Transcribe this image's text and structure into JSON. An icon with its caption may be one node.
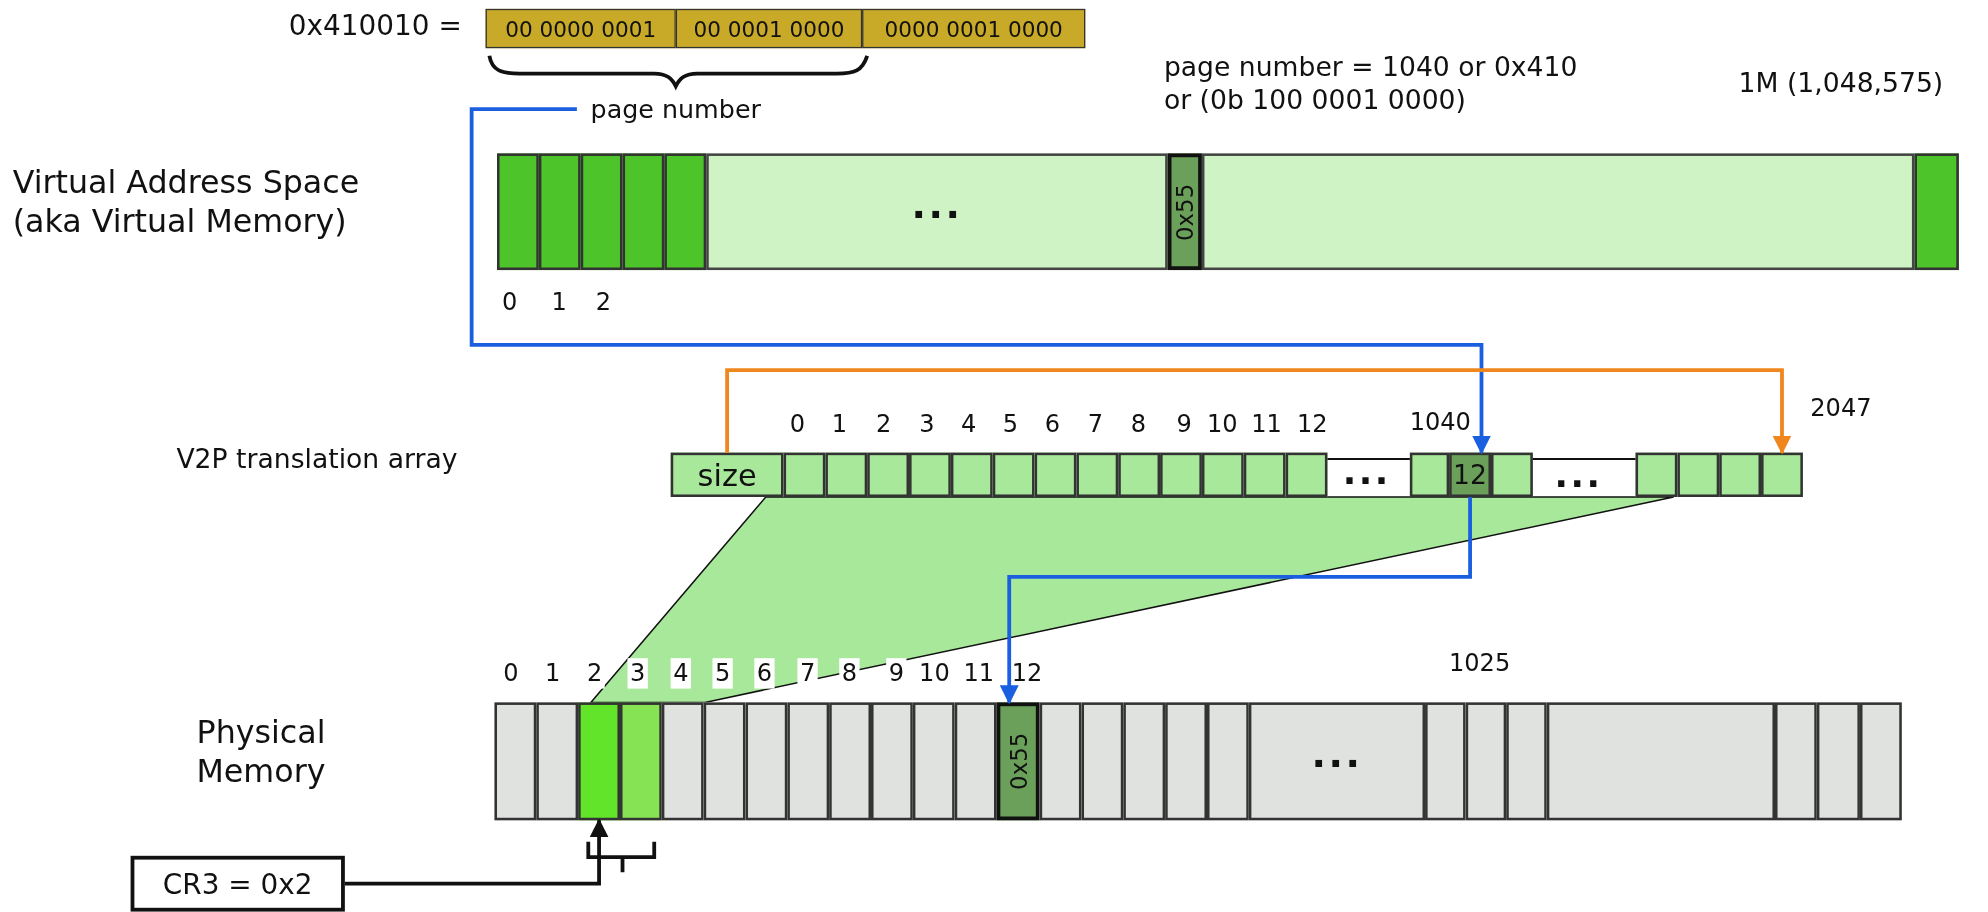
{
  "diagram": {
    "nodes": [
      {
        "text": [
          "00 0000 0001"
        ]
      },
      {
        "text": [
          "00 0001 0000"
        ]
      },
      {
        "text": [
          "0000 0001 0000"
        ]
      },
      {
        "text": [
          "page number"
        ]
      },
      {
        "text": [],
        "shape": "box"
      },
      {
        "text": [],
        "shape": "box"
      },
      {
        "text": [],
        "shape": "box"
      },
      {
        "text": [],
        "shape": "box"
      },
      {
        "text": [],
        "shape": "box"
      },
      {
        "text": [
          "..."
        ]
      },
      {
        "text": [
          "0x55"
        ]
      },
      {
        "text": [],
        "shape": "box"
      },
      {
        "text": [],
        "shape": "box"
      },
      {
        "text": [
          "size"
        ]
      },
      {
        "text": [],
        "shape": "box"
      },
      {
        "text": [],
        "shape": "box"
      },
      {
        "text": [],
        "shape": "box"
      },
      {
        "text": [],
        "shape": "box"
      },
      {
        "text": [],
        "shape": "box"
      },
      {
        "text": [],
        "shape": "box"
      },
      {
        "text": [],
        "shape": "box"
      },
      {
        "text": [],
        "shape": "box"
      },
      {
        "text": [],
        "shape": "box"
      },
      {
        "text": [],
        "shape": "box"
      },
      {
        "text": [],
        "shape": "box"
      },
      {
        "text": [],
        "shape": "box"
      },
      {
        "text": [],
        "shape": "box"
      },
      {
        "text": [],
        "shape": "box"
      },
      {
        "text": [
          "12"
        ]
      },
      {
        "text": [],
        "shape": "box"
      },
      {
        "text": [],
        "shape": "box"
      },
      {
        "text": [],
        "shape": "box"
      },
      {
        "text": [],
        "shape": "box"
      },
      {
        "text": [],
        "shape": "box"
      },
      {
        "text": [],
        "shape": "box"
      },
      {
        "text": [],
        "shape": "box"
      },
      {
        "text": [],
        "shape": "box"
      },
      {
        "text": [],
        "shape": "box"
      },
      {
        "text": [],
        "shape": "box"
      },
      {
        "text": [],
        "shape": "box"
      },
      {
        "text": [],
        "shape": "box"
      },
      {
        "text": [],
        "shape": "box"
      },
      {
        "text": [],
        "shape": "box"
      },
      {
        "text": [],
        "shape": "box"
      },
      {
        "text": [],
        "shape": "box"
      },
      {
        "text": [],
        "shape": "box"
      },
      {
        "text": [
          "0x55"
        ]
      },
      {
        "text": [],
        "shape": "box"
      },
      {
        "text": [],
        "shape": "box"
      },
      {
        "text": [],
        "shape": "box"
      },
      {
        "text": [],
        "shape": "box"
      },
      {
        "text": [],
        "shape": "box"
      },
      {
        "text": [
          "..."
        ]
      },
      {
        "text": [],
        "shape": "box"
      },
      {
        "text": [],
        "shape": "box"
      },
      {
        "text": [],
        "shape": "box"
      },
      {
        "text": [],
        "shape": "box"
      },
      {
        "text": [],
        "shape": "box"
      },
      {
        "text": [],
        "shape": "box"
      },
      {
        "text": [],
        "shape": "box"
      },
      {
        "text": [
          "CR3 = 0x2"
        ]
      }
    ],
    "edges": [
      {
        "from": 3,
        "to": 28,
        "arrow": "to",
        "color": "#1a5fe0"
      },
      {
        "from": 13,
        "to": 33,
        "arrow": "to",
        "color": "#f0861e"
      },
      {
        "from": 28,
        "to": 46,
        "arrow": "to",
        "color": "#1a5fe0"
      },
      {
        "from": 60,
        "to": 36,
        "arrow": "to"
      },
      {
        "from": 26,
        "to": 27,
        "arrow": "none"
      },
      {
        "from": 29,
        "to": 30,
        "arrow": "none"
      }
    ],
    "labels": [
      "0x410010 =",
      "page number = 1040 or 0x410 or (0b 100 0001 0000)",
      "1M (1,048,575)",
      "Virtual Address Space (aka Virtual Memory)",
      "0",
      "1",
      "2",
      "0",
      "1",
      "2",
      "3",
      "4",
      "5",
      "6",
      "7",
      "8",
      "9",
      "10",
      "11",
      "12",
      "1040",
      "2047",
      "V2P translation array",
      "...",
      "...",
      "0",
      "1",
      "2",
      "3",
      "4",
      "5",
      "6",
      "7",
      "8",
      "9",
      "10",
      "11",
      "12",
      "1025",
      "Physical Memory"
    ]
  }
}
